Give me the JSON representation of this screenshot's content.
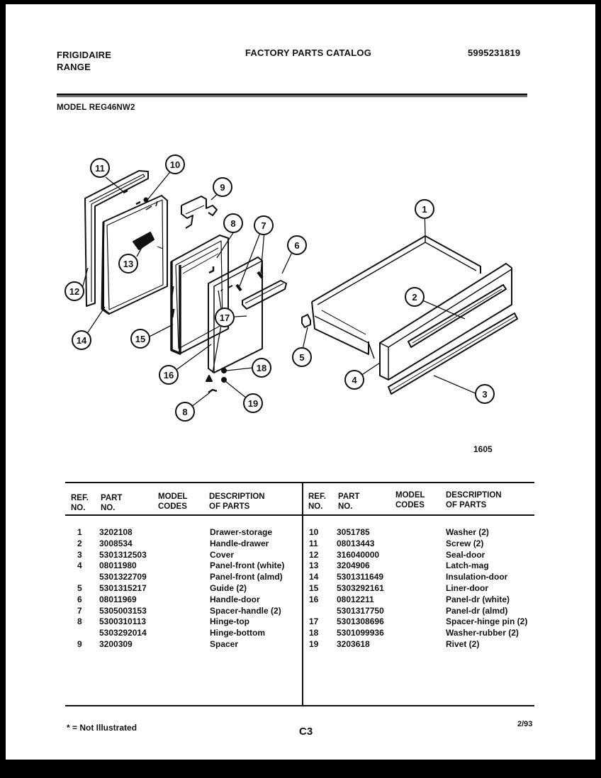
{
  "header": {
    "brand": "FRIGIDAIRE",
    "product": "RANGE",
    "catalog_title": "FACTORY PARTS CATALOG",
    "catalog_number": "5995231819",
    "model": "MODEL REG46NW2"
  },
  "figure": {
    "callouts": [
      "1",
      "2",
      "3",
      "4",
      "5",
      "6",
      "7",
      "8",
      "8",
      "9",
      "10",
      "11",
      "12",
      "13",
      "14",
      "15",
      "16",
      "17",
      "18",
      "19"
    ],
    "figure_number": "1605"
  },
  "table": {
    "headers": {
      "ref_no": "REF.\nNO.",
      "part_no": "PART\nNO.",
      "model_codes": "MODEL\nCODES",
      "description": "DESCRIPTION\nOF PARTS"
    },
    "left_rows": [
      {
        "ref": "1",
        "part": "3202108",
        "desc": "Drawer-storage"
      },
      {
        "ref": "2",
        "part": "3008534",
        "desc": "Handle-drawer"
      },
      {
        "ref": "3",
        "part": "5301312503",
        "desc": "Cover"
      },
      {
        "ref": "4",
        "part": "08011980",
        "desc": "Panel-front (white)"
      },
      {
        "ref": "",
        "part": "5301322709",
        "desc": "Panel-front (almd)"
      },
      {
        "ref": "5",
        "part": "5301315217",
        "desc": "Guide (2)"
      },
      {
        "ref": "6",
        "part": "08011969",
        "desc": "Handle-door"
      },
      {
        "ref": "7",
        "part": "5305003153",
        "desc": "Spacer-handle (2)"
      },
      {
        "ref": "8",
        "part": "5300310113",
        "desc": "Hinge-top"
      },
      {
        "ref": "",
        "part": "5303292014",
        "desc": "Hinge-bottom"
      },
      {
        "ref": "9",
        "part": "3200309",
        "desc": "Spacer"
      }
    ],
    "right_rows": [
      {
        "ref": "10",
        "part": "3051785",
        "desc": "Washer (2)"
      },
      {
        "ref": "11",
        "part": "08013443",
        "desc": "Screw (2)"
      },
      {
        "ref": "12",
        "part": "316040000",
        "desc": "Seal-door"
      },
      {
        "ref": "13",
        "part": "3204906",
        "desc": "Latch-mag"
      },
      {
        "ref": "14",
        "part": "5301311649",
        "desc": "Insulation-door"
      },
      {
        "ref": "15",
        "part": "5303292161",
        "desc": "Liner-door"
      },
      {
        "ref": "16",
        "part": "08012211",
        "desc": "Panel-dr (white)"
      },
      {
        "ref": "",
        "part": "5301317750",
        "desc": "Panel-dr (almd)"
      },
      {
        "ref": "17",
        "part": "5301308696",
        "desc": "Spacer-hinge pin (2)"
      },
      {
        "ref": "18",
        "part": "5301099936",
        "desc": "Washer-rubber (2)"
      },
      {
        "ref": "19",
        "part": "3203618",
        "desc": "Rivet (2)"
      }
    ]
  },
  "footer": {
    "note": "* = Not Illustrated",
    "page": "C3",
    "date": "2/93"
  }
}
